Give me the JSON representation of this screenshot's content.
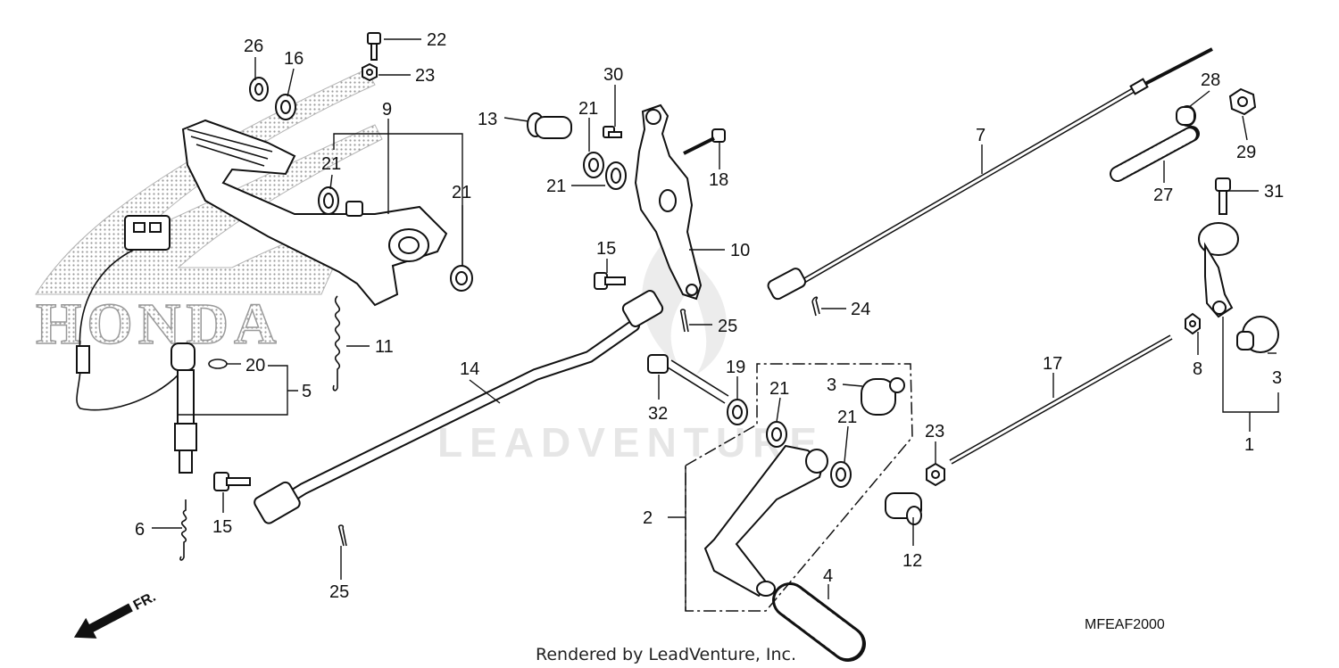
{
  "diagram_code": "MFEAF2000",
  "footer": "Rendered by LeadVenture, Inc.",
  "watermark": "LEADVENTURE",
  "logo": "HONDA",
  "direction_label": "FR.",
  "callouts": [
    {
      "id": "c26",
      "text": "26"
    },
    {
      "id": "c16",
      "text": "16"
    },
    {
      "id": "c22",
      "text": "22"
    },
    {
      "id": "c23a",
      "text": "23"
    },
    {
      "id": "c9",
      "text": "9"
    },
    {
      "id": "c21a",
      "text": "21"
    },
    {
      "id": "c21b",
      "text": "21"
    },
    {
      "id": "c30",
      "text": "30"
    },
    {
      "id": "c13",
      "text": "13"
    },
    {
      "id": "c21c",
      "text": "21"
    },
    {
      "id": "c21d",
      "text": "21"
    },
    {
      "id": "c18",
      "text": "18"
    },
    {
      "id": "c7",
      "text": "7"
    },
    {
      "id": "c28",
      "text": "28"
    },
    {
      "id": "c29",
      "text": "29"
    },
    {
      "id": "c27",
      "text": "27"
    },
    {
      "id": "c31",
      "text": "31"
    },
    {
      "id": "c10",
      "text": "10"
    },
    {
      "id": "c15a",
      "text": "15"
    },
    {
      "id": "c24",
      "text": "24"
    },
    {
      "id": "c11",
      "text": "11"
    },
    {
      "id": "c25a",
      "text": "25"
    },
    {
      "id": "c20",
      "text": "20"
    },
    {
      "id": "c14",
      "text": "14"
    },
    {
      "id": "c5",
      "text": "5"
    },
    {
      "id": "c19",
      "text": "19"
    },
    {
      "id": "c21e",
      "text": "21"
    },
    {
      "id": "c3a",
      "text": "3"
    },
    {
      "id": "c17",
      "text": "17"
    },
    {
      "id": "c8",
      "text": "8"
    },
    {
      "id": "c3b",
      "text": "3"
    },
    {
      "id": "c32",
      "text": "32"
    },
    {
      "id": "c21f",
      "text": "21"
    },
    {
      "id": "c23b",
      "text": "23"
    },
    {
      "id": "c1",
      "text": "1"
    },
    {
      "id": "c2",
      "text": "2"
    },
    {
      "id": "c6",
      "text": "6"
    },
    {
      "id": "c15b",
      "text": "15"
    },
    {
      "id": "c12",
      "text": "12"
    },
    {
      "id": "c25b",
      "text": "25"
    },
    {
      "id": "c4",
      "text": "4"
    }
  ]
}
